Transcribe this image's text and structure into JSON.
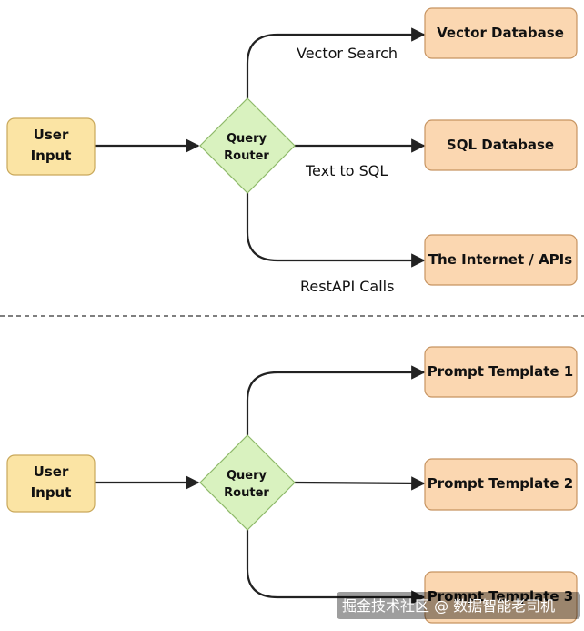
{
  "top": {
    "input": {
      "line1": "User",
      "line2": "Input"
    },
    "router": {
      "line1": "Query",
      "line2": "Router"
    },
    "targets": [
      "Vector Database",
      "SQL Database",
      "The Internet / APIs"
    ],
    "edge_labels": [
      "Vector Search",
      "Text to SQL",
      "RestAPI Calls"
    ]
  },
  "bottom": {
    "input": {
      "line1": "User",
      "line2": "Input"
    },
    "router": {
      "line1": "Query",
      "line2": "Router"
    },
    "targets": [
      "Prompt Template 1",
      "Prompt Template 2",
      "Prompt Template 3"
    ]
  },
  "watermark": "掘金技术社区 @ 数据智能老司机",
  "colors": {
    "input_fill": "#fbe4a4",
    "target_fill": "#fbd7b1",
    "router_fill": "#d9f2bf"
  }
}
